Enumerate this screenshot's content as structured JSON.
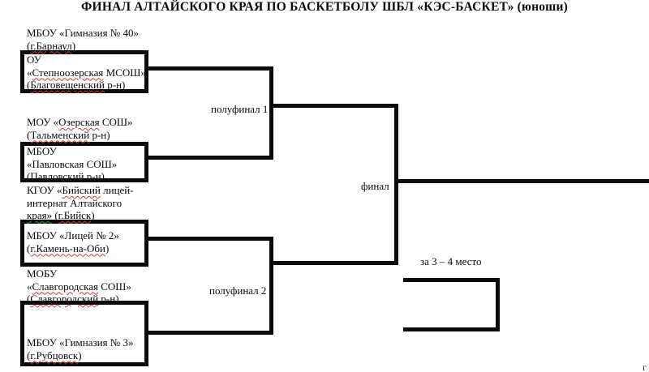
{
  "title": "ФИНАЛ АЛТАЙСКОГО КРАЯ ПО БАСКЕТБОЛУ ШБЛ «КЭС-БАСКЕТ» (юноши)",
  "labels": {
    "semifinal1": "полуфинал 1",
    "semifinal2": "полуфинал 2",
    "final": "финал",
    "third_place": "за 3 – 4 место"
  },
  "stray_char": "г",
  "colors": {
    "line": "#0b0b0b",
    "spellcheck_red": "#d23b2e",
    "spellcheck_green": "#2f8a3a"
  },
  "teams": [
    {
      "id": "gymnasium-40-barnaul",
      "boxed": false,
      "lines": [
        [
          {
            "t": "МБОУ «Гимназия № 40»"
          }
        ],
        [
          {
            "t": "("
          },
          {
            "t": "г.Барнаул",
            "u": "red"
          },
          {
            "t": ")"
          }
        ]
      ]
    },
    {
      "id": "stepnoozerskaya-msosh",
      "boxed": true,
      "lines": [
        [
          {
            "t": "ОУ"
          }
        ],
        [
          {
            "t": "«"
          },
          {
            "t": "Степноозерская",
            "u": "red"
          },
          {
            "t": " МСОШ»"
          }
        ],
        [
          {
            "t": "("
          },
          {
            "t": "Благовещенский",
            "u": "red"
          },
          {
            "t": " р-н)"
          }
        ]
      ]
    },
    {
      "id": "ozerskaya-sosh",
      "boxed": false,
      "lines": [
        [
          {
            "t": "МОУ «"
          },
          {
            "t": "Озерская",
            "u": "red"
          },
          {
            "t": " СОШ»"
          }
        ],
        [
          {
            "t": "("
          },
          {
            "t": "Тальменский",
            "u": "red"
          },
          {
            "t": " р-н)"
          }
        ]
      ]
    },
    {
      "id": "pavlovskaya-sosh",
      "boxed": true,
      "lines": [
        [
          {
            "t": "МБОУ"
          }
        ],
        [
          {
            "t": "«Павловская СОШ»"
          }
        ],
        [
          {
            "t": "(Павловский р-н)"
          }
        ]
      ]
    },
    {
      "id": "biysky-lyceum-internat",
      "boxed": false,
      "lines": [
        [
          {
            "t": "КГОУ «"
          },
          {
            "t": "Бийский",
            "u": "red"
          },
          {
            "t": " лицей-"
          }
        ],
        [
          {
            "t": "интернат Алтайского"
          }
        ],
        [
          {
            "t": "края»",
            "u": "green"
          },
          {
            "t": " ("
          },
          {
            "t": "г.Бийск",
            "u": "red"
          },
          {
            "t": ")"
          }
        ]
      ]
    },
    {
      "id": "lyceum-2-kamen-na-obi",
      "boxed": true,
      "lines": [
        [
          {
            "t": "МБОУ «Лицей № 2»"
          }
        ],
        [
          {
            "t": "("
          },
          {
            "t": "г.Камень-на-Оби",
            "u": "red"
          },
          {
            "t": ")"
          }
        ]
      ]
    },
    {
      "id": "slavgorodskaya-sosh",
      "boxed": false,
      "lines": [
        [
          {
            "t": "МОБУ"
          }
        ],
        [
          {
            "t": "«"
          },
          {
            "t": "Славгородская",
            "u": "red"
          },
          {
            "t": " СОШ»"
          }
        ],
        [
          {
            "t": "("
          },
          {
            "t": "Славгородский",
            "u": "red"
          },
          {
            "t": " р-н)"
          }
        ]
      ]
    },
    {
      "id": "gymnasium-3-rubtsovsk",
      "boxed": true,
      "lines": [
        [
          {
            "t": "МБОУ «Гимназия № 3»"
          }
        ],
        [
          {
            "t": "("
          },
          {
            "t": "г.Рубцовск",
            "u": "red"
          },
          {
            "t": ")"
          }
        ]
      ]
    }
  ]
}
